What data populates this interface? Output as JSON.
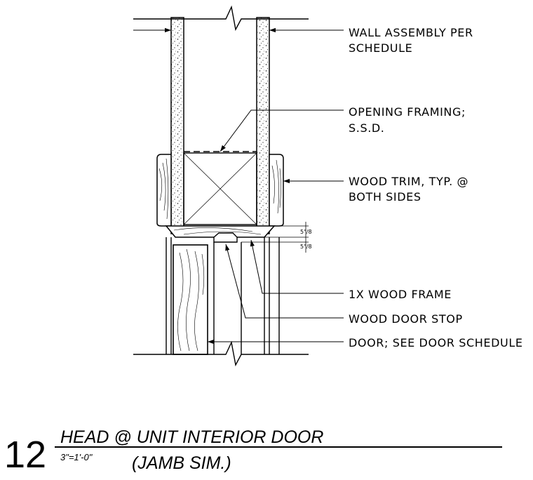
{
  "detail": {
    "number": "12",
    "title": "HEAD @ UNIT INTERIOR DOOR",
    "scale": "3\"=1'-0\"",
    "subtitle": "(JAMB SIM.)"
  },
  "callouts": {
    "wall_assembly": [
      "WALL ASSEMBLY PER",
      "SCHEDULE"
    ],
    "opening_framing": [
      "OPENING FRAMING;",
      "S.S.D."
    ],
    "wood_trim": [
      "WOOD TRIM, TYP. @",
      "BOTH SIDES"
    ],
    "wood_frame": "1X WOOD FRAME",
    "door_stop": "WOOD DOOR STOP",
    "door": "DOOR; SEE DOOR SCHEDULE"
  },
  "dimensions": {
    "upper": "5\"/8",
    "lower": "5\"/8"
  }
}
